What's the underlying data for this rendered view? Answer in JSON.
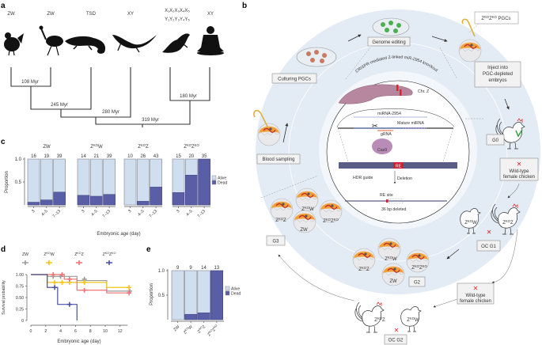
{
  "panel_labels": {
    "a": "a",
    "b": "b",
    "c": "c",
    "d": "d",
    "e": "e"
  },
  "panel_a": {
    "species_karyotypes": [
      "ZW",
      "ZW",
      "TSD",
      "XY",
      "X₁X₂X₃X₄X₅",
      "Y₁Y₂Y₃Y₄Y₅",
      "XY"
    ],
    "silhouettes": [
      "chicken",
      "emu",
      "crocodile",
      "lizard",
      "platypus",
      "human"
    ],
    "divergence_times": [
      "108 Myr",
      "245 Myr",
      "280 Myr",
      "180 Myr",
      "319 Myr"
    ]
  },
  "panel_b": {
    "steps": {
      "blood_sampling": "Blood sampling",
      "culturing_pgcs": "Culturing PGCs",
      "genome_editing": "Genome editing",
      "ko_pgcs_sup": "KO",
      "ko_pgcs": [
        [
          "Z",
          "KO"
        ],
        [
          "Z",
          "KO"
        ],
        [
          " PGCs",
          ""
        ]
      ],
      "inject": [
        "Inject into",
        "PGC-depleted",
        "embryos"
      ],
      "g0": "G0",
      "wild_type_1": [
        "Wild-type",
        "female chicken"
      ],
      "oc_g1": "OC G1",
      "g2": "G2",
      "wild_type_2": [
        "Wild-type",
        "female chicken"
      ],
      "oc_g2": "OC G2",
      "g3": "G3"
    },
    "inner": {
      "arc_title": "CRISPR-mediated Z-linked miR-2954 knockout",
      "chr": "Chr. Z",
      "mirna": "miRNA-2954",
      "mature": "Mature miRNA",
      "grna": "gRNA",
      "cas9": "Cas9",
      "re": "RE",
      "hdr": "HDR guide",
      "deletion": "Deletion",
      "re_site": "RE site",
      "deleted": "36 bp deleted"
    },
    "genotypes": {
      "zkow": [
        [
          "Z",
          "KO"
        ],
        [
          "W",
          ""
        ]
      ],
      "zkoz": [
        [
          "Z",
          "KO"
        ],
        [
          "Z",
          ""
        ]
      ],
      "zkozko": [
        [
          "Z",
          "KO"
        ],
        [
          "Z",
          "KO"
        ]
      ],
      "zw": [
        [
          "ZW",
          ""
        ]
      ]
    },
    "cross_mark": "✕",
    "colors": {
      "ring": "#e3ebf4",
      "cross": "#e8202a",
      "re": "#d0203a",
      "cas9": "#b98cb8",
      "grna": "#e8602c",
      "dna": "#5b6fb0"
    }
  },
  "chart_data": [
    {
      "panel": "c",
      "type": "bar",
      "stacked": true,
      "ylabel": "Proportion",
      "xlabel": "Embryonic age (day)",
      "ylim": [
        0,
        1.0
      ],
      "yticks": [
        "1.0",
        "0.5"
      ],
      "categories": [
        "3",
        "4–5",
        "7–13"
      ],
      "groups": [
        {
          "title": [
            [
              "ZW",
              ""
            ]
          ],
          "n": [
            "16",
            "19",
            "39"
          ],
          "dead": [
            0.06,
            0.11,
            0.28
          ]
        },
        {
          "title": [
            [
              "Z",
              "KO"
            ],
            [
              "W",
              ""
            ]
          ],
          "n": [
            "14",
            "21",
            "39"
          ],
          "dead": [
            0.21,
            0.19,
            0.23
          ]
        },
        {
          "title": [
            [
              "Z",
              "KO"
            ],
            [
              "Z",
              ""
            ]
          ],
          "n": [
            "10",
            "26",
            "43"
          ],
          "dead": [
            0.0,
            0.08,
            0.39
          ]
        },
        {
          "title": [
            [
              "Z",
              "KO"
            ],
            [
              "Z",
              "KO"
            ]
          ],
          "n": [
            "15",
            "20",
            "35"
          ],
          "dead": [
            0.27,
            0.65,
            1.0
          ]
        }
      ],
      "legend": [
        "Alive",
        "Dead"
      ],
      "colors": {
        "Alive": "#cfdff0",
        "Dead": "#5a5ea6"
      }
    },
    {
      "panel": "d",
      "type": "line",
      "step": true,
      "ylabel": "Survival probability",
      "xlabel": "Embryonic age (day)",
      "xlim": [
        0,
        13.5
      ],
      "ylim": [
        0,
        1.0
      ],
      "xticks": [
        "0",
        "2",
        "4",
        "6",
        "8",
        "10",
        "12"
      ],
      "yticks": [
        "1.00",
        "0.75",
        "0.50",
        "0.25",
        "0"
      ],
      "series": [
        {
          "name": [
            [
              "ZW",
              ""
            ]
          ],
          "color": "#9b9b9b",
          "steps": [
            [
              0,
              1
            ],
            [
              2.2,
              0.96
            ],
            [
              6.2,
              0.87
            ],
            [
              10.2,
              0.64
            ],
            [
              13.3,
              0.64
            ]
          ],
          "censored": [
            [
              3,
              0.96
            ],
            [
              4,
              0.96
            ],
            [
              7.2,
              0.9
            ],
            [
              13.3,
              0.64
            ]
          ]
        },
        {
          "name": [
            [
              "Z",
              "KO"
            ],
            [
              "W",
              ""
            ]
          ],
          "color": "#f2c31a",
          "steps": [
            [
              0,
              1
            ],
            [
              2.2,
              0.83
            ],
            [
              10.2,
              0.72
            ],
            [
              13.3,
              0.72
            ]
          ],
          "censored": [
            [
              3.2,
              0.83
            ],
            [
              4.2,
              0.83
            ],
            [
              5.2,
              0.83
            ],
            [
              7.2,
              0.83
            ],
            [
              13.2,
              0.72
            ]
          ]
        },
        {
          "name": [
            [
              "Z",
              "KO"
            ],
            [
              "Z",
              ""
            ]
          ],
          "color": "#f07272",
          "steps": [
            [
              0,
              1
            ],
            [
              4.5,
              0.9
            ],
            [
              6.2,
              0.66
            ],
            [
              10.2,
              0.6
            ],
            [
              13.3,
              0.6
            ]
          ],
          "censored": [
            [
              3,
              1
            ],
            [
              4.2,
              1
            ],
            [
              5.2,
              0.9
            ],
            [
              7.2,
              0.66
            ],
            [
              13.2,
              0.6
            ]
          ]
        },
        {
          "name": [
            [
              "Z",
              "KO"
            ],
            [
              "Z",
              "KO"
            ]
          ],
          "color": "#4a4fa3",
          "steps": [
            [
              0,
              1
            ],
            [
              2.2,
              0.72
            ],
            [
              3.6,
              0.35
            ],
            [
              6.2,
              0
            ]
          ],
          "censored": [
            [
              3.2,
              0.72
            ],
            [
              5.2,
              0.35
            ]
          ]
        }
      ]
    },
    {
      "panel": "e",
      "type": "bar",
      "stacked": true,
      "ylabel": "Proportion",
      "ylim": [
        0,
        1.0
      ],
      "yticks": [
        "1.0",
        "0.5"
      ],
      "categories": [
        [
          [
            "ZW",
            ""
          ]
        ],
        [
          [
            "Z",
            "KO"
          ],
          [
            "W",
            ""
          ]
        ],
        [
          [
            "Z",
            "KO"
          ],
          [
            "Z",
            ""
          ]
        ],
        [
          [
            "Z",
            "KO"
          ],
          [
            "Z",
            "KO"
          ]
        ]
      ],
      "n": [
        "9",
        "9",
        "14",
        "13"
      ],
      "dead": [
        0.0,
        0.11,
        0.14,
        1.0
      ],
      "legend": [
        "Alive",
        "Dead"
      ],
      "colors": {
        "Alive": "#cfdff0",
        "Dead": "#5a5ea6"
      }
    }
  ]
}
